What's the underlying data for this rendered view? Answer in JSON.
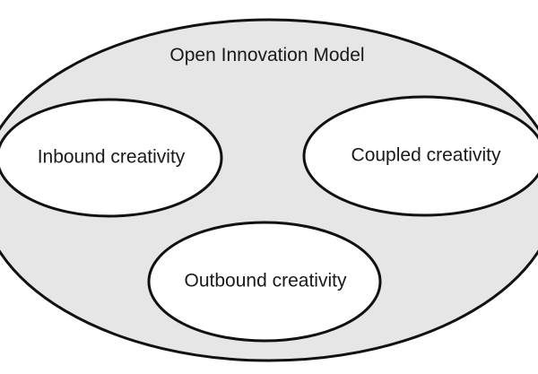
{
  "diagram": {
    "title": "Open Innovation Model",
    "nodes": [
      {
        "label": "Inbound creativity"
      },
      {
        "label": "Coupled creativity"
      },
      {
        "label": "Outbound creativity"
      }
    ],
    "colors": {
      "outer_fill": "#e6e6e6",
      "inner_fill": "#ffffff",
      "stroke": "#111111",
      "text": "#1a1a1a"
    }
  }
}
